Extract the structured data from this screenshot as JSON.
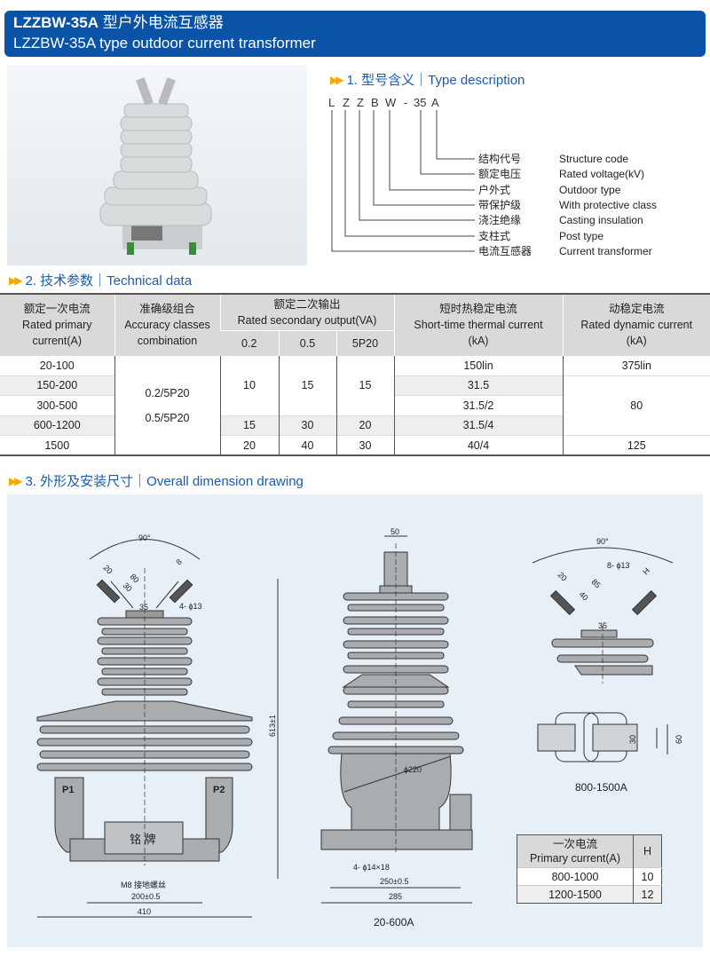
{
  "header": {
    "model": "LZZBW-35A",
    "title_cn": "型户外电流互感器",
    "title_en": "LZZBW-35A type outdoor current transformer"
  },
  "section1": {
    "title": "1. 型号含义｜Type description",
    "code": [
      "L",
      "Z",
      "Z",
      "B",
      "W",
      "-",
      "35",
      "A"
    ],
    "items": [
      {
        "cn": "结构代号",
        "en": "Structure code"
      },
      {
        "cn": "额定电压",
        "en": "Rated voltage(kV)"
      },
      {
        "cn": "户外式",
        "en": "Outdoor type"
      },
      {
        "cn": "带保护级",
        "en": "With protective class"
      },
      {
        "cn": "浇注绝缘",
        "en": "Casting insulation"
      },
      {
        "cn": "支柱式",
        "en": "Post type"
      },
      {
        "cn": "电流互感器",
        "en": "Current transformer"
      }
    ]
  },
  "section2": {
    "title": "2. 技术参数｜Technical data",
    "headers": {
      "primary": [
        "额定一次电流",
        "Rated primary",
        "current(A)"
      ],
      "accuracy": [
        "准确级组合",
        "Accuracy classes",
        "combination"
      ],
      "secondary": [
        "额定二次输出",
        "Rated secondary output(VA)"
      ],
      "sub": [
        "0.2",
        "0.5",
        "5P20"
      ],
      "thermal": [
        "短时热稳定电流",
        "Short-time thermal current",
        "(kA)"
      ],
      "dynamic": [
        "动稳定电流",
        "Rated dynamic current",
        "(kA)"
      ]
    },
    "primary": [
      "20-100",
      "150-200",
      "300-500",
      "600-1200",
      "1500"
    ],
    "accuracy": [
      "0.2/5P20",
      "0.5/5P20"
    ],
    "out_a": [
      "10",
      "15",
      "15"
    ],
    "out_b": [
      "15",
      "30",
      "20"
    ],
    "out_c": [
      "20",
      "40",
      "30"
    ],
    "thermal": [
      "150lin",
      "31.5",
      "31.5/2",
      "31.5/4",
      "40/4"
    ],
    "dynamic": [
      "375lin",
      "80",
      "125"
    ]
  },
  "section3": {
    "title": "3. 外形及安装尺寸｜Overall dimension drawing",
    "left": {
      "angle": "90°",
      "d20": "20",
      "d30": "30",
      "d80": "80",
      "d8": "8",
      "d35": "35",
      "holes": "4- ϕ13",
      "height": "613±1",
      "p1": "P1",
      "p2": "P2",
      "nameplate": "铭  牌",
      "ground": "M8  接地螺丝",
      "w200": "200±0.5",
      "w410": "410"
    },
    "mid": {
      "d50": "50",
      "dia": "ϕ220",
      "holes": "4- ϕ14×18",
      "w250": "250±0.5",
      "w285": "285",
      "caption": "20-600A"
    },
    "right": {
      "angle": "90°",
      "holes": "8- ϕ13",
      "h": "H",
      "d20": "20",
      "d85": "85",
      "d40": "40",
      "d35": "35",
      "d30": "30",
      "d60": "60",
      "caption": "800-1500A"
    },
    "htable": {
      "head_cn": "一次电流",
      "head_en": "Primary current(A)",
      "head_h": "H",
      "rows": [
        {
          "a": "800-1000",
          "h": "10"
        },
        {
          "a": "1200-1500",
          "h": "12"
        }
      ]
    }
  }
}
